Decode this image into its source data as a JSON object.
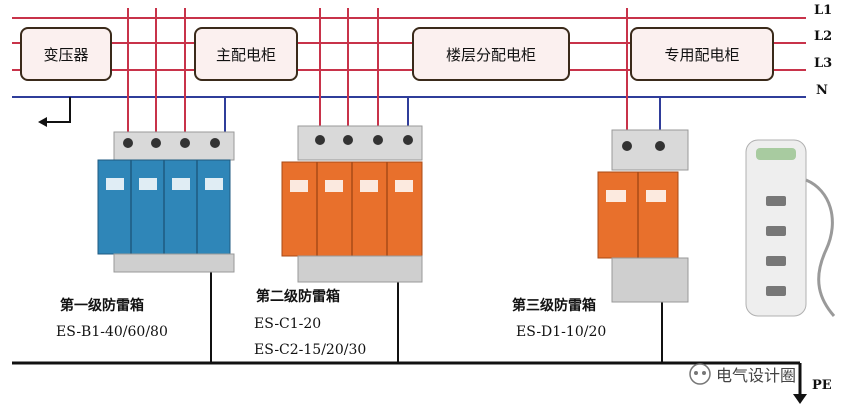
{
  "bus_labels": [
    "L1",
    "L2",
    "L3",
    "N"
  ],
  "pe_label": "PE",
  "boxes": {
    "transformer": "变压器",
    "main_cabinet": "主配电柜",
    "floor_cabinet": "楼层分配电柜",
    "special_cabinet": "专用配电柜"
  },
  "stages": {
    "first": {
      "title": "第一级防雷箱",
      "models": [
        "ES-B1-40/60/80"
      ]
    },
    "second": {
      "title": "第二级防雷箱",
      "models": [
        "ES-C1-20",
        "ES-C2-15/20/30"
      ]
    },
    "third": {
      "title": "第三级防雷箱",
      "models": [
        "ES-D1-10/20"
      ]
    }
  },
  "watermark": "电气设计圈",
  "colors": {
    "phase_line": "#c8334a",
    "neutral_line": "#2f3d9a",
    "pe_line": "#111111",
    "spd_blue": "#2f86b8",
    "spd_orange": "#e8702c"
  }
}
